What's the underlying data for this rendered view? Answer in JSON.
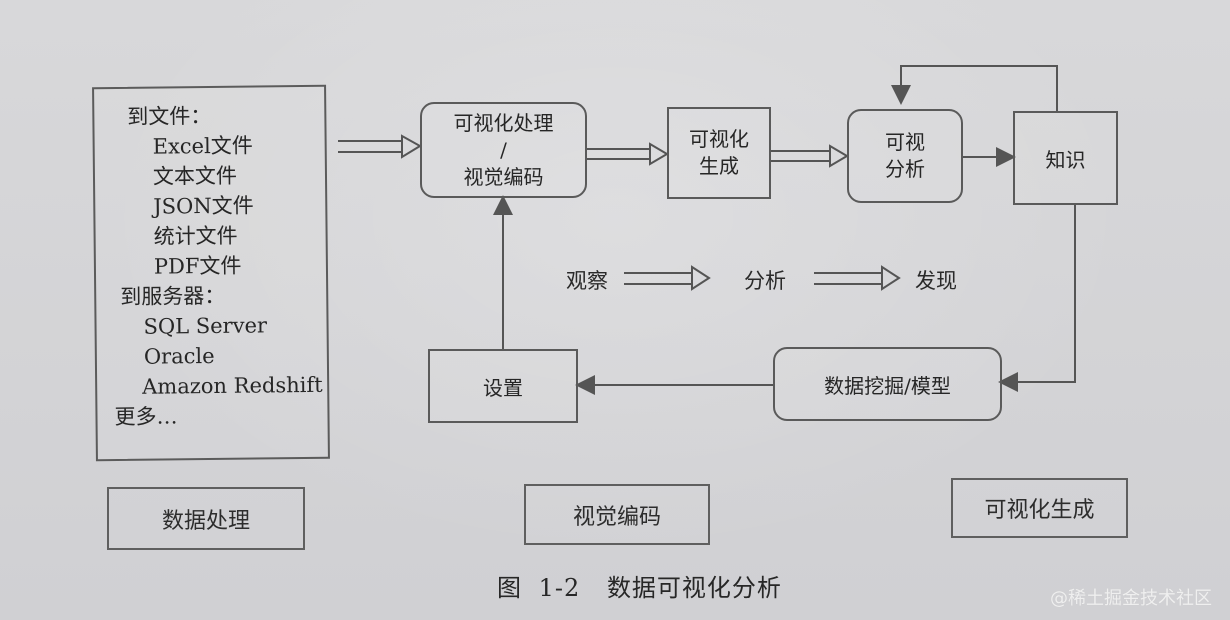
{
  "left_panel": {
    "lines": [
      "到文件：",
      "Excel文件",
      "文本文件",
      "JSON文件",
      "统计文件",
      "PDF文件",
      "到服务器：",
      "SQL Server",
      "Oracle",
      "Amazon Redshift",
      "更多…"
    ]
  },
  "nodes": {
    "vis_processing": {
      "line1": "可视化处理",
      "line2": "/",
      "line3": "视觉编码"
    },
    "vis_generation": {
      "line1": "可视化",
      "line2": "生成"
    },
    "vis_analysis": {
      "line1": "可视",
      "line2": "分析"
    },
    "knowledge": "知识",
    "settings": "设置",
    "data_mining": "数据挖掘/模型"
  },
  "flow": {
    "observe": "观察",
    "analyze": "分析",
    "discover": "发现"
  },
  "labels": {
    "data_processing": "数据处理",
    "visual_encoding": "视觉编码",
    "visualization_generation": "可视化生成"
  },
  "caption": {
    "figure": "图",
    "number": "1-2",
    "title": "数据可视化分析"
  },
  "watermark": "@稀土掘金技术社区"
}
